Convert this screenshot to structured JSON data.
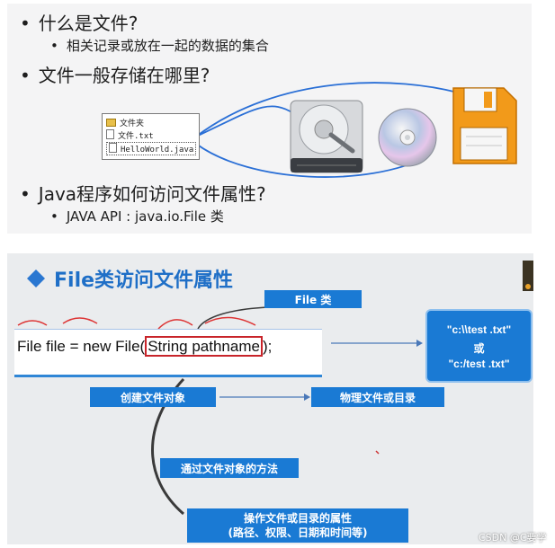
{
  "slide1": {
    "q1": "什么是文件?",
    "a1": "相关记录或放在一起的数据的集合",
    "q2": "文件一般存储在哪里?",
    "folder_items": [
      "文件夹",
      "文件.txt",
      "HelloWorld.java"
    ],
    "q3": "Java程序如何访问文件属性?",
    "a3": "JAVA API :  java.io.File 类"
  },
  "slide2": {
    "title": "File类访问文件属性",
    "class_label": "File 类",
    "code": {
      "prefix": "File file = new File(",
      "param": "String pathname",
      "suffix": ");"
    },
    "path_examples": [
      "\"c:\\\\test .txt\"",
      "或",
      "\"c:/test .txt\""
    ],
    "create_object": "创建文件对象",
    "physical": "物理文件或目录",
    "via_methods": "通过文件对象的方法",
    "operate_line1": "操作文件或目录的属性",
    "operate_line2": "(路径、权限、日期和时间等)"
  },
  "watermark": "CSDN @C要学",
  "colors": {
    "accent_blue": "#1a7ad4",
    "red_mark": "#c8242a",
    "connector_blue": "#2a6fd6"
  }
}
